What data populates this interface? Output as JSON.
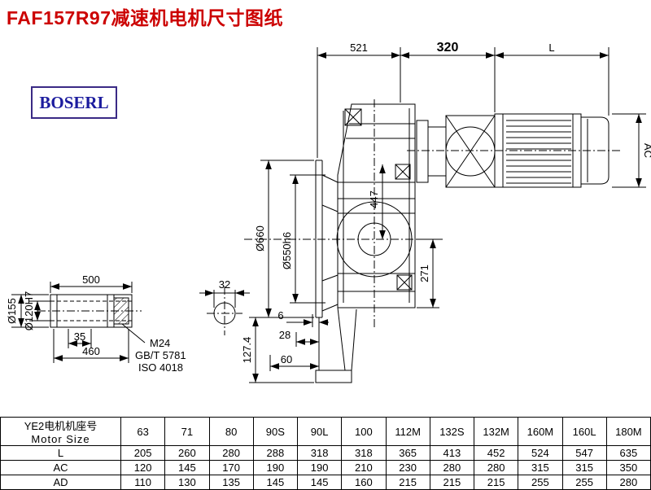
{
  "title": "FAF157R97减速机电机尺寸图纸",
  "logo": {
    "text": "BOSERL"
  },
  "drawing": {
    "labels": {
      "depth_total": "521",
      "adapter_len": "320",
      "motor_len": "L",
      "motor_height": "AC",
      "flange_od": "Ø660",
      "flange_spigot": "Ø550h6",
      "center_height_top": "447",
      "center_height_bottom": "271",
      "input_shaft_dia": "32",
      "foot_offset_a": "6",
      "foot_offset_b": "28",
      "foot_offset_c": "60",
      "foot_height": "127.4",
      "shaft_len": "500",
      "shaft_step": "35",
      "shaft_usable_len": "460",
      "shaft_od": "Ø155",
      "shaft_bore": "Ø120H7",
      "bolt_thread": "M24",
      "bolt_std_gb": "GB/T 5781",
      "bolt_std_iso": "ISO 4018"
    }
  },
  "table": {
    "header": {
      "line1": "YE2电机机座号",
      "line2": "Motor Size"
    },
    "sizes": [
      "63",
      "71",
      "80",
      "90S",
      "90L",
      "100",
      "112M",
      "132S",
      "132M",
      "160M",
      "160L",
      "180M"
    ],
    "rows": [
      {
        "label": "L",
        "values": [
          "205",
          "260",
          "280",
          "288",
          "318",
          "318",
          "365",
          "413",
          "452",
          "524",
          "547",
          "635"
        ]
      },
      {
        "label": "AC",
        "values": [
          "120",
          "145",
          "170",
          "190",
          "190",
          "210",
          "230",
          "280",
          "280",
          "315",
          "315",
          "350"
        ]
      },
      {
        "label": "AD",
        "values": [
          "110",
          "130",
          "135",
          "145",
          "145",
          "160",
          "215",
          "215",
          "215",
          "255",
          "255",
          "280"
        ]
      }
    ]
  },
  "colors": {
    "title": "#cc0000",
    "logo_text": "#1c1c9e",
    "logo_border": "#3a2a85",
    "line": "#000000"
  }
}
